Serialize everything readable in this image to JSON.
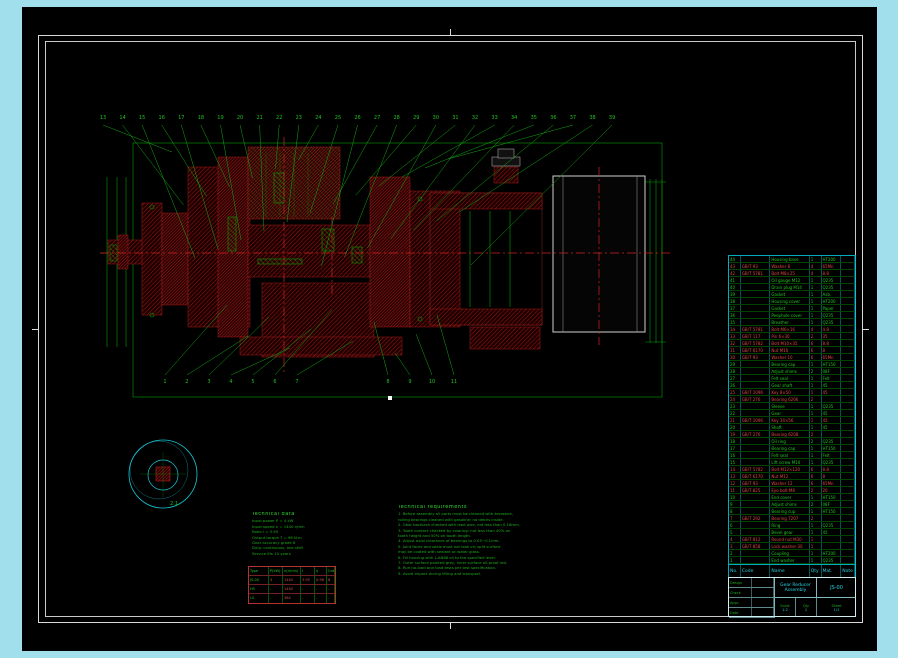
{
  "app": {
    "background": "#a2dfec",
    "sheet_background": "#000000"
  },
  "drawing": {
    "colors": {
      "leader_green": "#10a810",
      "part_red": "#9c1414",
      "accent_green": "#00a800",
      "centerline_red": "#d42222",
      "detail_cyan": "#18c8d8",
      "outline_grey": "#cfcfcf"
    },
    "callouts_top": [
      "13",
      "14",
      "15",
      "16",
      "17",
      "18",
      "19",
      "20",
      "21",
      "22",
      "23",
      "24",
      "25",
      "26",
      "27",
      "28",
      "29",
      "30",
      "31",
      "32",
      "33",
      "34",
      "35",
      "36",
      "37",
      "38",
      "39"
    ],
    "callouts_bottom": [
      "1",
      "2",
      "3",
      "4",
      "5",
      "6",
      "7",
      "8",
      "9",
      "10",
      "11"
    ],
    "detail_scale": "2:1"
  },
  "notes_left": {
    "heading": "Technical data",
    "lines": [
      "Input power  P = 4 kW",
      "Input speed  n = 1440 r/min",
      "Ratio  i = 3.95",
      "Output torque  T = 98 N·m",
      "Gear accuracy grade 8",
      "Duty: continuous, one shift",
      "Service life 10 years"
    ]
  },
  "notes_right": {
    "heading": "Technical requirements",
    "lines": [
      "1. Before assembly all parts must be cleaned with kerosene,",
      "   rolling bearings cleaned with gasoline; no debris inside.",
      "2. Gear backlash checked with lead wire, not less than 0.16mm.",
      "3. Tooth contact checked by coloring: not less than 40% on",
      "   tooth height and 50% on tooth length.",
      "4. Adjust axial clearance of bearings to 0.05~0.1mm.",
      "5. Joint faces and seals must not leak oil; split surface",
      "   may be coated with sealant or water glass.",
      "6. Fill housing with L-AN68 oil to the specified level.",
      "7. Outer surface painted grey, inner surface oil-proof red.",
      "8. Run no-load and load tests per test specification.",
      "9. Avoid impact during lifting and transport."
    ]
  },
  "spec_table": {
    "rows": [
      [
        "Type",
        "P(kW)",
        "n(r/min)",
        "i",
        "η",
        "Grd"
      ],
      [
        "JS-00",
        "4",
        "1440",
        "3.95",
        "0.96",
        "8"
      ],
      [
        "HS",
        "-",
        "1440",
        "-",
        "-",
        "-"
      ],
      [
        "LS",
        "-",
        "364",
        "-",
        "-",
        "-"
      ]
    ]
  },
  "parts_table": {
    "header": [
      "No.",
      "Code",
      "Name",
      "Qty",
      "Mat.",
      "Note"
    ],
    "items": [
      {
        "no": "44",
        "code": "",
        "name": "Housing base",
        "qty": "1",
        "mat": "HT200",
        "std": false
      },
      {
        "no": "43",
        "code": "GB/T 93",
        "name": "Washer 8",
        "qty": "4",
        "mat": "65Mn",
        "std": true
      },
      {
        "no": "42",
        "code": "GB/T 5781",
        "name": "Bolt M8×25",
        "qty": "4",
        "mat": "8.8",
        "std": true
      },
      {
        "no": "41",
        "code": "",
        "name": "Oil gauge M12",
        "qty": "1",
        "mat": "Q235",
        "std": false
      },
      {
        "no": "40",
        "code": "",
        "name": "Drain plug M14",
        "qty": "1",
        "mat": "Q235",
        "std": false
      },
      {
        "no": "39",
        "code": "",
        "name": "Gasket",
        "qty": "1",
        "mat": "Asb.",
        "std": false
      },
      {
        "no": "38",
        "code": "",
        "name": "Housing cover",
        "qty": "1",
        "mat": "HT200",
        "std": false
      },
      {
        "no": "37",
        "code": "",
        "name": "Gasket",
        "qty": "1",
        "mat": "Paper",
        "std": false
      },
      {
        "no": "36",
        "code": "",
        "name": "Peephole cover",
        "qty": "1",
        "mat": "Q235",
        "std": false
      },
      {
        "no": "35",
        "code": "",
        "name": "Breather",
        "qty": "1",
        "mat": "Q235",
        "std": false
      },
      {
        "no": "34",
        "code": "GB/T 5781",
        "name": "Bolt M6×16",
        "qty": "4",
        "mat": "4.8",
        "std": true
      },
      {
        "no": "33",
        "code": "GB/T 117",
        "name": "Pin 6×30",
        "qty": "2",
        "mat": "35",
        "std": true
      },
      {
        "no": "32",
        "code": "GB/T 5782",
        "name": "Bolt M10×35",
        "qty": "6",
        "mat": "8.8",
        "std": true
      },
      {
        "no": "31",
        "code": "GB/T 6170",
        "name": "Nut M10",
        "qty": "6",
        "mat": "8",
        "std": true
      },
      {
        "no": "30",
        "code": "GB/T 93",
        "name": "Washer 10",
        "qty": "6",
        "mat": "65Mn",
        "std": true
      },
      {
        "no": "29",
        "code": "",
        "name": "Bearing cap",
        "qty": "1",
        "mat": "HT150",
        "std": false
      },
      {
        "no": "28",
        "code": "",
        "name": "Adjust shims",
        "qty": "2",
        "mat": "08F",
        "std": false
      },
      {
        "no": "27",
        "code": "",
        "name": "Felt seal",
        "qty": "1",
        "mat": "Felt",
        "std": false
      },
      {
        "no": "26",
        "code": "",
        "name": "Gear shaft",
        "qty": "1",
        "mat": "45",
        "std": false
      },
      {
        "no": "25",
        "code": "GB/T 1096",
        "name": "Key 8×50",
        "qty": "1",
        "mat": "45",
        "std": true
      },
      {
        "no": "24",
        "code": "GB/T 276",
        "name": "Bearing 6206",
        "qty": "2",
        "mat": "",
        "std": true
      },
      {
        "no": "23",
        "code": "",
        "name": "Sleeve",
        "qty": "1",
        "mat": "Q235",
        "std": false
      },
      {
        "no": "22",
        "code": "",
        "name": "Gear",
        "qty": "1",
        "mat": "45",
        "std": false
      },
      {
        "no": "21",
        "code": "GB/T 1096",
        "name": "Key 14×56",
        "qty": "1",
        "mat": "45",
        "std": true
      },
      {
        "no": "20",
        "code": "",
        "name": "Shaft",
        "qty": "1",
        "mat": "45",
        "std": false
      },
      {
        "no": "19",
        "code": "GB/T 276",
        "name": "Bearing 6208",
        "qty": "2",
        "mat": "",
        "std": true
      },
      {
        "no": "18",
        "code": "",
        "name": "Oil ring",
        "qty": "2",
        "mat": "Q235",
        "std": false
      },
      {
        "no": "17",
        "code": "",
        "name": "Bearing cap",
        "qty": "1",
        "mat": "HT150",
        "std": false
      },
      {
        "no": "16",
        "code": "",
        "name": "Felt seal",
        "qty": "1",
        "mat": "Felt",
        "std": false
      },
      {
        "no": "15",
        "code": "",
        "name": "Lift screw M10",
        "qty": "1",
        "mat": "Q235",
        "std": false
      },
      {
        "no": "14",
        "code": "GB/T 5782",
        "name": "Bolt M12×120",
        "qty": "6",
        "mat": "8.8",
        "std": true
      },
      {
        "no": "13",
        "code": "GB/T 6170",
        "name": "Nut M12",
        "qty": "6",
        "mat": "8",
        "std": true
      },
      {
        "no": "12",
        "code": "GB/T 93",
        "name": "Washer 12",
        "qty": "6",
        "mat": "65Mn",
        "std": true
      },
      {
        "no": "11",
        "code": "GB/T 825",
        "name": "Eye bolt M8",
        "qty": "2",
        "mat": "20",
        "std": true
      },
      {
        "no": "10",
        "code": "",
        "name": "End cover",
        "qty": "1",
        "mat": "HT150",
        "std": false
      },
      {
        "no": "9",
        "code": "",
        "name": "Adjust shims",
        "qty": "2",
        "mat": "08F",
        "std": false
      },
      {
        "no": "8",
        "code": "",
        "name": "Bearing cup",
        "qty": "1",
        "mat": "HT150",
        "std": false
      },
      {
        "no": "7",
        "code": "GB/T 292",
        "name": "Bearing 7207",
        "qty": "2",
        "mat": "",
        "std": true
      },
      {
        "no": "6",
        "code": "",
        "name": "Ring",
        "qty": "1",
        "mat": "Q235",
        "std": false
      },
      {
        "no": "5",
        "code": "",
        "name": "Bevel gear",
        "qty": "1",
        "mat": "45",
        "std": false
      },
      {
        "no": "4",
        "code": "GB/T 812",
        "name": "Round nut M30",
        "qty": "1",
        "mat": "",
        "std": true
      },
      {
        "no": "3",
        "code": "GB/T 858",
        "name": "Lock washer 30",
        "qty": "1",
        "mat": "",
        "std": true
      },
      {
        "no": "2",
        "code": "",
        "name": "Coupling",
        "qty": "1",
        "mat": "HT200",
        "std": false
      },
      {
        "no": "1",
        "code": "",
        "name": "End washer",
        "qty": "1",
        "mat": "Q235",
        "std": false
      }
    ]
  },
  "title_block": {
    "name": "Gear Reducer Assembly",
    "no": "JS-00",
    "scale_label": "Scale",
    "scale": "1:2",
    "qty_label": "Qty",
    "qty": "1",
    "sheet_label": "Sheet",
    "sheet": "1/1",
    "left_rows": [
      [
        "Design",
        ""
      ],
      [
        "Check",
        ""
      ],
      [
        "Appr.",
        ""
      ],
      [
        "Date",
        ""
      ]
    ]
  }
}
